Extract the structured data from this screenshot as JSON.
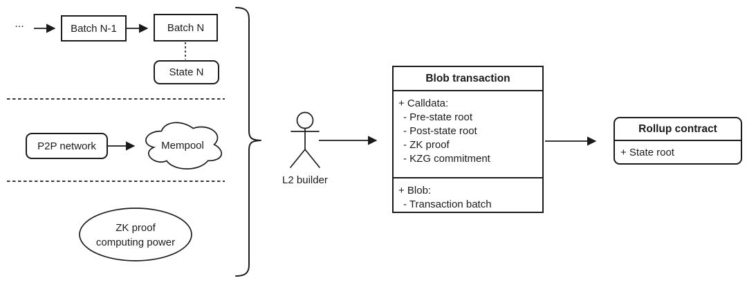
{
  "colors": {
    "stroke": "#1a1a1a",
    "background": "#ffffff"
  },
  "batch_flow": {
    "ellipsis": "...",
    "batch_prev": "Batch N-1",
    "batch_curr": "Batch N",
    "state": "State N"
  },
  "network": {
    "p2p": "P2P network",
    "mempool": "Mempool"
  },
  "zk_power": {
    "line1": "ZK proof",
    "line2": "computing power"
  },
  "builder": {
    "label": "L2 builder"
  },
  "blob_box": {
    "title": "Blob transaction",
    "calldata_header": "+ Calldata:",
    "calldata_items": [
      "- Pre-state root",
      "- Post-state root",
      "- ZK proof",
      "- KZG commitment"
    ],
    "blob_header": "+ Blob:",
    "blob_items": [
      "- Transaction batch"
    ]
  },
  "rollup_box": {
    "title": "Rollup contract",
    "field": "+ State root"
  }
}
